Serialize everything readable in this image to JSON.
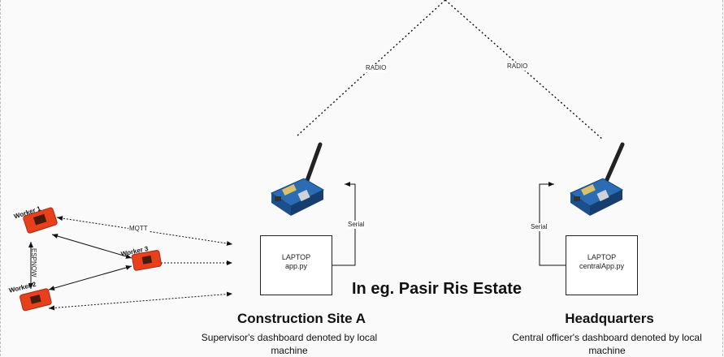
{
  "links": {
    "radio_left": "RADIO",
    "radio_right": "RADIO",
    "serial_left": "Serial",
    "serial_right": "Serial",
    "mqtt": "MQTT",
    "espnow": "ESPNOW"
  },
  "workers": [
    {
      "label": "Worker 1"
    },
    {
      "label": "Worker 2"
    },
    {
      "label": "Worker 3"
    }
  ],
  "laptops": [
    {
      "title": "LAPTOP",
      "app": "app.py"
    },
    {
      "title": "LAPTOP",
      "app": "centralApp.py"
    }
  ],
  "sites": [
    {
      "title": "Construction Site A",
      "description": "Supervisor's dashboard denoted by local machine"
    },
    {
      "title": "Headquarters",
      "description": "Central officer's dashboard denoted by local machine"
    }
  ],
  "location": "In eg. Pasir Ris Estate",
  "colors": {
    "worker_device": "#e8401c",
    "board": "#1f5fa8"
  }
}
